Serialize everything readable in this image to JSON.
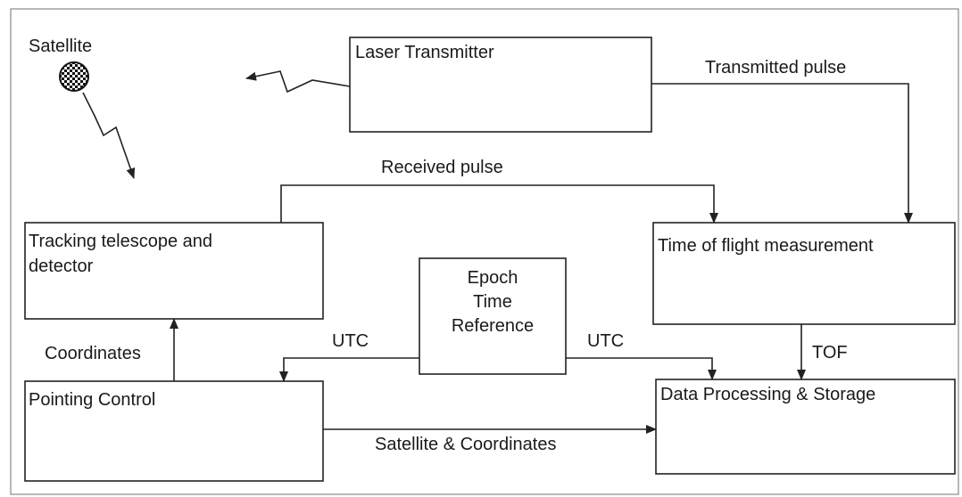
{
  "satellite": {
    "label": "Satellite",
    "icon": "checkered-ball"
  },
  "blocks": {
    "laser_transmitter": "Laser Transmitter",
    "tracking_telescope": [
      "Tracking telescope and",
      "detector"
    ],
    "epoch_time_reference": [
      "Epoch",
      "Time",
      "Reference"
    ],
    "time_of_flight": "Time of flight measurement",
    "pointing_control": "Pointing Control",
    "data_processing": "Data Processing & Storage"
  },
  "connections": {
    "transmitted_pulse": "Transmitted pulse",
    "received_pulse": "Received pulse",
    "coordinates": "Coordinates",
    "utc_left": "UTC",
    "utc_right": "UTC",
    "tof": "TOF",
    "satellite_coordinates": "Satellite & Coordinates"
  }
}
